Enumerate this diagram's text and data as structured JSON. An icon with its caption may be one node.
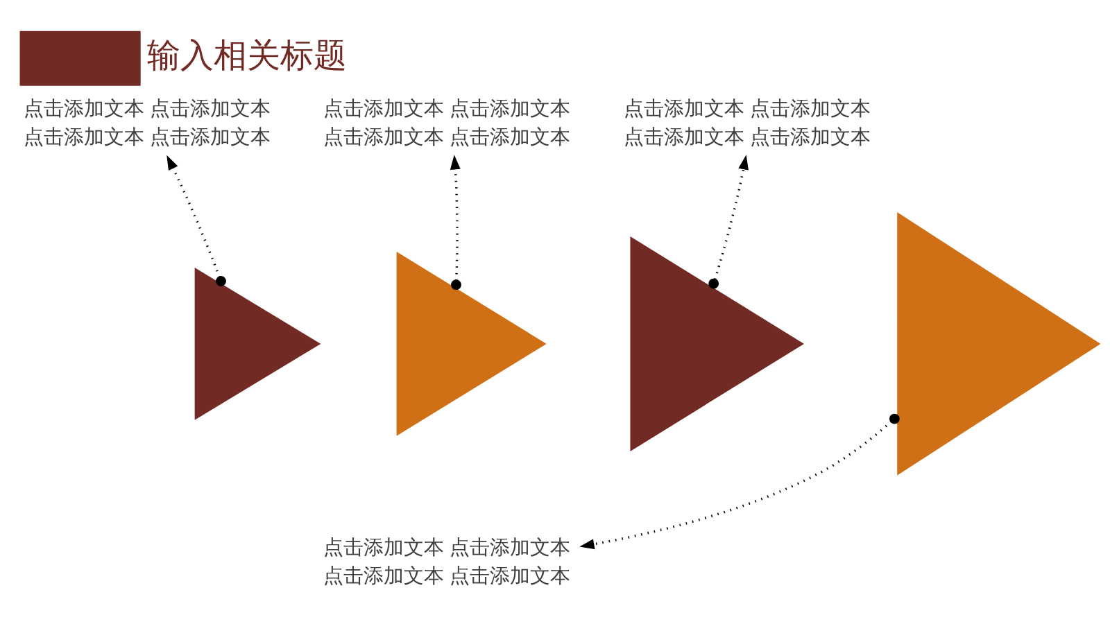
{
  "diagram": {
    "title": "输入相关标题",
    "nodes": [
      {
        "text": [
          "点击添加文本",
          "点击添加文本",
          "点击添加文本",
          "点击添加文本"
        ]
      },
      {
        "text": [
          "点击添加文本",
          "点击添加文本",
          "点击添加文本",
          "点击添加文本"
        ]
      },
      {
        "text": [
          "点击添加文本",
          "点击添加文本",
          "点击添加文本",
          "点击添加文本"
        ]
      },
      {
        "text": [],
        "shape": "triangle"
      },
      {
        "text": [],
        "shape": "triangle"
      },
      {
        "text": [],
        "shape": "triangle"
      },
      {
        "text": [],
        "shape": "triangle"
      },
      {
        "text": [
          "点击添加文本",
          "点击添加文本",
          "点击添加文本",
          "点击添加文本"
        ]
      }
    ],
    "edges": [
      {
        "from": 3,
        "to": 2,
        "arrow": "to",
        "style": "dashed"
      },
      {
        "from": 4,
        "to": 0,
        "arrow": "to",
        "style": "dashed"
      },
      {
        "from": 5,
        "to": 1,
        "arrow": "to",
        "style": "dashed"
      },
      {
        "from": 6,
        "to": 7,
        "arrow": "to",
        "style": "dashed"
      }
    ]
  }
}
